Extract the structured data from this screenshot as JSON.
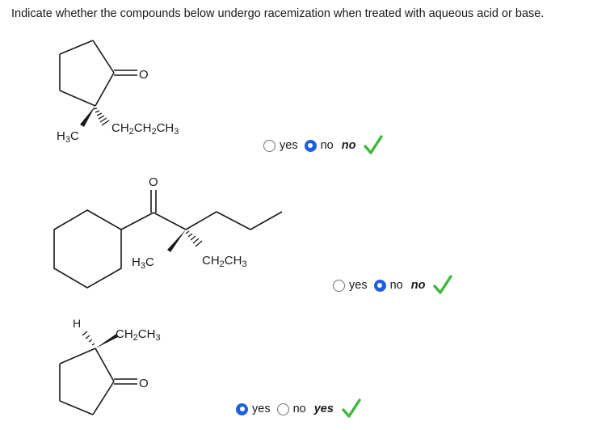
{
  "instruction": "Indicate whether the compounds below undergo racemization when treated with aqueous acid or base.",
  "compounds": [
    {
      "labels": {
        "o": "O",
        "methyl_prefix": "H",
        "methyl_sub": "3",
        "methyl_suffix": "C",
        "chain": [
          "CH",
          "2",
          "CH",
          "2",
          "CH",
          "3"
        ]
      },
      "options": [
        "yes",
        "no"
      ],
      "selected": "no",
      "answer": "no",
      "correct": true
    },
    {
      "labels": {
        "o": "O",
        "methyl_prefix": "H",
        "methyl_sub": "3",
        "methyl_suffix": "C",
        "chain": [
          "CH",
          "2",
          "CH",
          "3"
        ]
      },
      "options": [
        "yes",
        "no"
      ],
      "selected": "no",
      "answer": "no",
      "correct": true
    },
    {
      "labels": {
        "h": "H",
        "o": "O",
        "chain": [
          "CH",
          "2",
          "CH",
          "3"
        ]
      },
      "options": [
        "yes",
        "no"
      ],
      "selected": "yes",
      "answer": "yes",
      "correct": true
    }
  ],
  "colors": {
    "check": "#3cb83c",
    "radio_selected": "#1d5fe0",
    "text": "#1a1a1a"
  },
  "icons": {
    "feedback": "checkmark-icon",
    "radio": "radio-button-icon"
  }
}
